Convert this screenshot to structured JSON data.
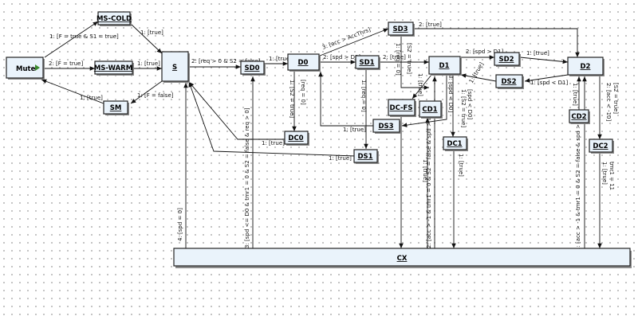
{
  "diagram": {
    "states": {
      "mute": "Mute",
      "ms_cold": "MS-COLD",
      "ms_warm": "MS-WARM",
      "sm": "SM",
      "s": "S",
      "sd0": "SD0",
      "d0": "D0",
      "dc0": "DC0",
      "sd3": "SD3",
      "sd1": "SD1",
      "dc_fs": "DC-FS",
      "cd1": "CD1",
      "ds3": "DS3",
      "ds1": "DS1",
      "d1": "D1",
      "dc1": "DC1",
      "sd2": "SD2",
      "ds2": "DS2",
      "d2": "D2",
      "cd2": "CD2",
      "dc2": "DC2",
      "cx": "CX"
    },
    "transitions": {
      "mute_mscold": "1: [F = true & S1 = true]",
      "mscold_s": "1: [true]",
      "mute_mswarm": "2: [F = true]",
      "mswarm_s": "1: [true]",
      "s_sm": "1: [F = false]",
      "sm_mute": "1: [true]",
      "s_sd0": "2: [req > 0 & S2 = false]",
      "sd0_d0": "1: [true]",
      "d0_sd3": "3: [acc > AccThrs]",
      "sd3_d2": "2: [true]",
      "d0_sd1": "2: [spd > D0]",
      "sd1_d1": "2: [true]",
      "d0_dc0": "1: [S2 = true]",
      "d0_req": "[req = 0]",
      "dc0_s": "1: [true]",
      "sd1_ds1": "1: [req = 0]",
      "ds1_s": "1: [true]",
      "sd3_d1": "1: [req = 0]",
      "sd3_sub": "[S2 = true]",
      "d1_dcfs": "1: [true]",
      "d1_ds3": "3: [spd < D0]",
      "ds3_d0": "1: [true]",
      "d1_sd2": "2: [spd > D1]",
      "sd2_d2": "1: [true]",
      "d2_ds2": "1: [spd < D1]",
      "ds2_d1": "1: [true]",
      "d1_dc1": "1: [S2 = true]",
      "d1_dc1_b": "[spd < D0]",
      "dc1_cx": "1: [true]",
      "d2_dc2": "2: [acc < -10]",
      "d2_dc2_b": "[S2 = true]",
      "dc2_cx": "1: [true]",
      "dc2_tmr": "tmr1 = 11",
      "cd2_d2": "1: [true]",
      "cx_d2": "1: [acc > -1 & tmr1 = 0 & S2 = false & spd > D1]",
      "cx_d1": "2: [acc > -1 & tmr1 = 0 & S2 = false & spd > D0]",
      "cx_cd1": "1: [true]",
      "cx_s": "4: [spd = 0]",
      "cx_sd0": "3: [spd <= D0 & tmr1 = 0 & S2 = false & req > 0]"
    }
  }
}
